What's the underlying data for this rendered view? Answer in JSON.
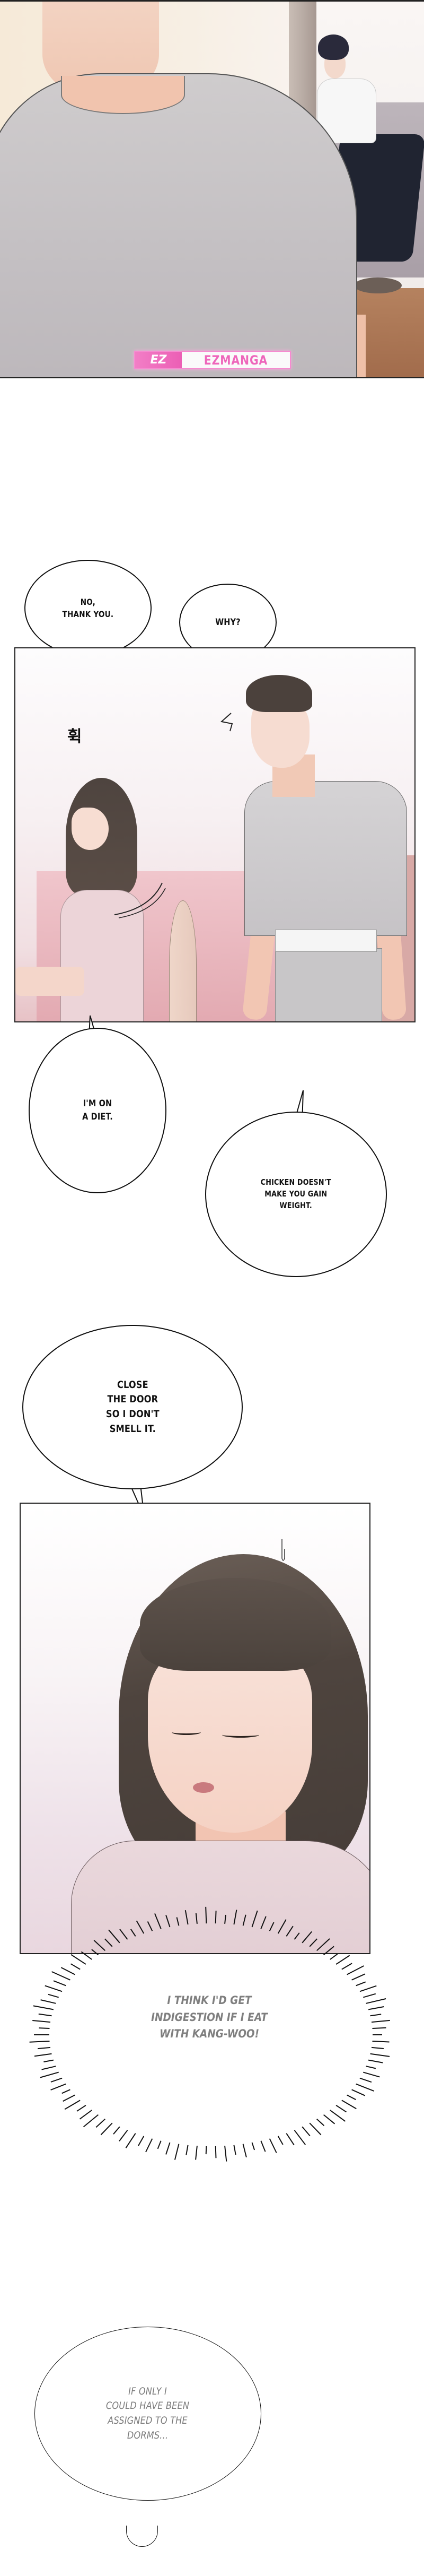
{
  "watermark": {
    "logo": "EZ",
    "text": "EZMANGA",
    "color": "#ee66bb"
  },
  "panels": [
    {
      "id": "panel-1",
      "description": "Close-up of man in grey t-shirt; roommate with crossed arms seated on sofa in background"
    },
    {
      "id": "panel-2",
      "description": "Girl at desk turns away; man in grey t-shirt looks surprised"
    },
    {
      "id": "panel-3",
      "description": "Girl with eyes closed speaking"
    }
  ],
  "sfx": {
    "whoosh": "휙"
  },
  "dialogue": {
    "no_thank_you": "NO,\nTHANK YOU.",
    "why": "WHY?",
    "diet": "I'M ON\nA DIET.",
    "chicken": "CHICKEN DOESN'T\nMAKE YOU GAIN\nWEIGHT.",
    "close_door": "CLOSE\nTHE DOOR\nSO I DON'T\nSMELL IT.",
    "indigestion": "I THINK I'D GET\nINDIGESTION IF I EAT\nWITH KANG-WOO!",
    "dorms": "IF ONLY I\nCOULD HAVE BEEN\nASSIGNED TO THE\nDORMS..."
  }
}
